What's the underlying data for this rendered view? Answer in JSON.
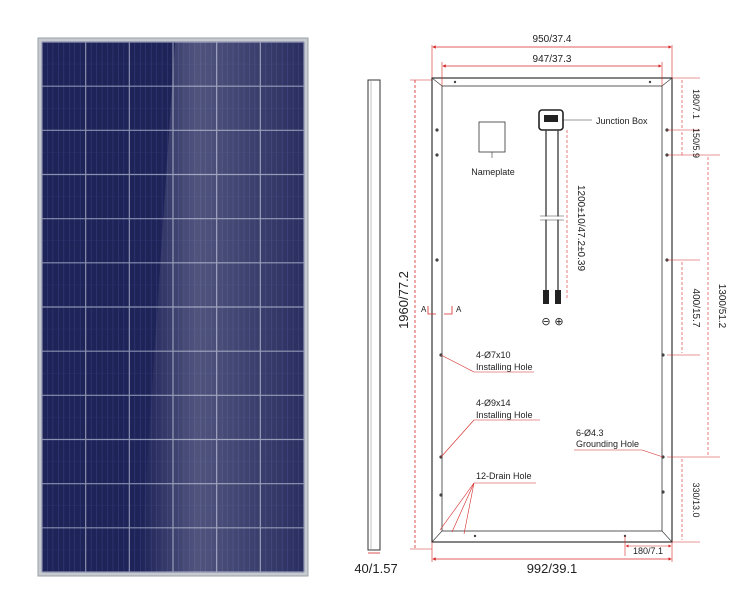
{
  "colors": {
    "frame": "#b8bcc2",
    "cell_dark": "#1f2458",
    "cell_grid": "#8a90b0",
    "line": "#333333",
    "dim_line": "#d62828",
    "text": "#222222"
  },
  "dimensions": {
    "overall_width": "950/37.4",
    "inner_width": "947/37.3",
    "top_offset": "180/7.1",
    "jbox_offset": "150/5.9",
    "cable_length": "1200±10/47.2±0.39",
    "height": "1960/77.2",
    "hole_spacing_mid": "400/15.7",
    "hole_spacing_outer": "1300/51.2",
    "bottom_offset": "330/13.0",
    "thickness": "40/1.57",
    "bottom_width": "992/39.1",
    "bottom_corner": "180/7.1"
  },
  "labels": {
    "junction_box": "Junction Box",
    "nameplate": "Nameplate",
    "installing_hole_1_spec": "4-Ø7x10",
    "installing_hole_1_name": "Installing Hole",
    "installing_hole_2_spec": "4-Ø9x14",
    "installing_hole_2_name": "Installing Hole",
    "grounding_hole_spec": "6-Ø4.3",
    "grounding_hole_name": "Grounding Hole",
    "drain_hole": "12-Drain Hole",
    "section_a_left": "A",
    "section_a_right": "A",
    "terminal_minus": "⊖",
    "terminal_plus": "⊕"
  }
}
